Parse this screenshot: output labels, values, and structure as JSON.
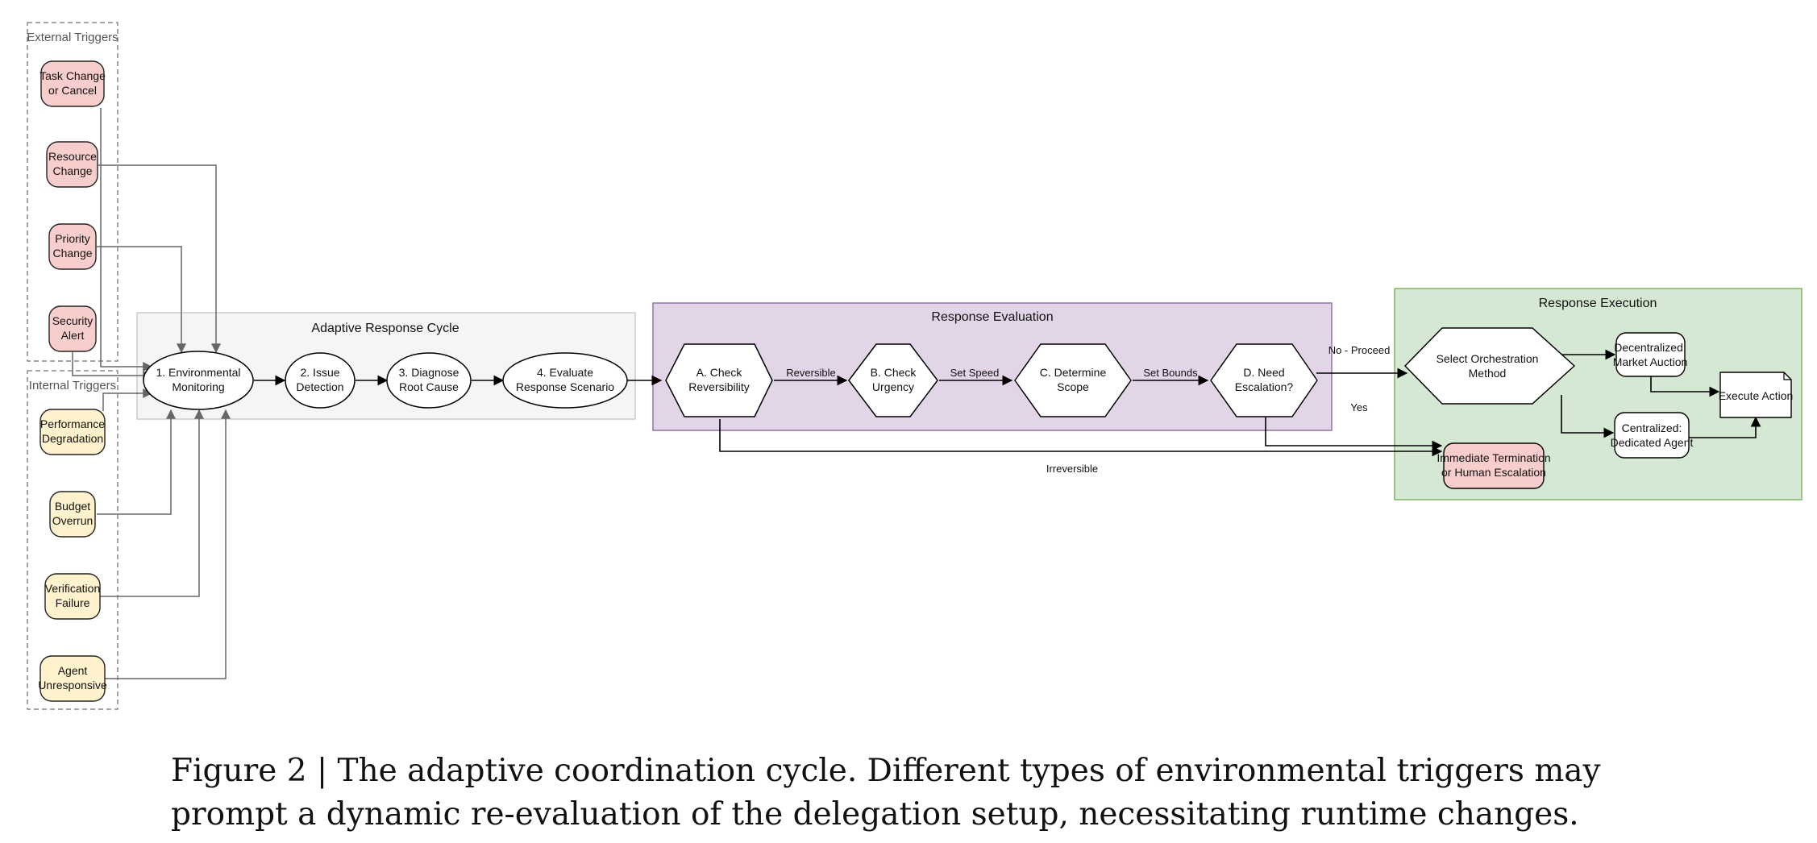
{
  "groups": {
    "external": "External Triggers",
    "internal": "Internal Triggers",
    "cycle": "Adaptive Response Cycle",
    "evaluation": "Response Evaluation",
    "execution": "Response Execution"
  },
  "external_triggers": [
    [
      "Task Change",
      "or Cancel"
    ],
    [
      "Resource",
      "Change"
    ],
    [
      "Priority",
      "Change"
    ],
    [
      "Security",
      "Alert"
    ]
  ],
  "internal_triggers": [
    [
      "Performance",
      "Degradation"
    ],
    [
      "Budget",
      "Overrun"
    ],
    [
      "Verification",
      "Failure"
    ],
    [
      "Agent",
      "Unresponsive"
    ]
  ],
  "cycle_steps": [
    [
      "1. Environmental",
      "Monitoring"
    ],
    [
      "2. Issue",
      "Detection"
    ],
    [
      "3. Diagnose",
      "Root Cause"
    ],
    [
      "4. Evaluate",
      "Response Scenario"
    ]
  ],
  "evaluation_steps": [
    [
      "A. Check",
      "Reversibility"
    ],
    [
      "B. Check",
      "Urgency"
    ],
    [
      "C. Determine",
      "Scope"
    ],
    [
      "D. Need",
      "Escalation?"
    ]
  ],
  "edge_labels": {
    "reversible": "Reversible",
    "set_speed": "Set Speed",
    "set_bounds": "Set Bounds",
    "no_proceed": "No - Proceed",
    "yes": "Yes",
    "irreversible": "Irreversible"
  },
  "execution_nodes": {
    "select": [
      "Select Orchestration",
      "Method"
    ],
    "decentralized": [
      "Decentralized:",
      "Market Auction"
    ],
    "centralized": [
      "Centralized:",
      "Dedicated Agent"
    ],
    "execute": "Execute Action",
    "terminate": [
      "Immediate Termination",
      "or Human Escalation"
    ]
  },
  "caption": "Figure 2 | The adaptive coordination cycle. Different types of environmental triggers may prompt a dynamic re-evaluation of the delegation setup, necessitating runtime changes.",
  "colors": {
    "external_fill": "#f8cecc",
    "internal_fill": "#fff2cc",
    "cycle_fill": "#f5f5f5",
    "evaluation_fill": "#e1d5e7",
    "execution_fill": "#d5e8d4",
    "terminate_fill": "#f8cecc"
  }
}
